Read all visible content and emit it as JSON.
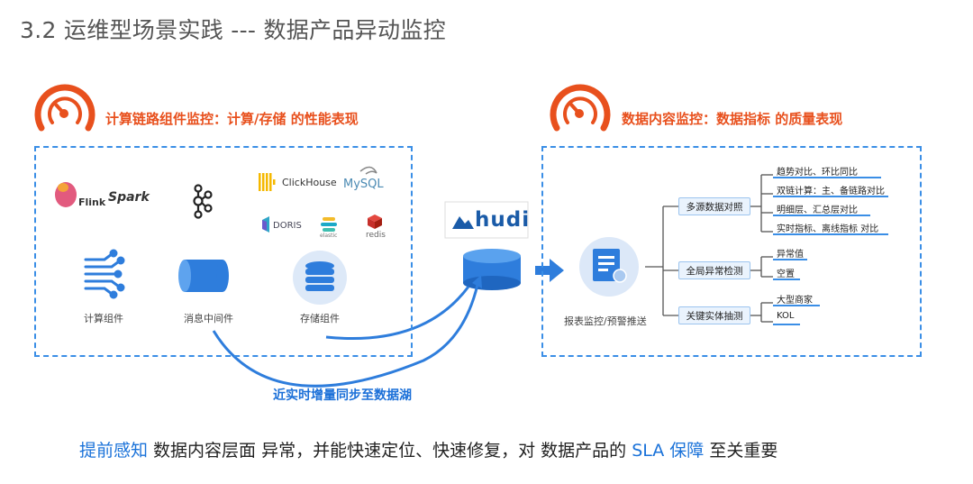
{
  "page_title": "3.2 运维型场景实践 --- 数据产品异动监控",
  "left_section": {
    "heading": "计算链路组件监控：计算/存储 的性能表现",
    "logos": {
      "flink": "Flink",
      "spark": "Spark",
      "clickhouse": "ClickHouse",
      "mysql": "MySQL",
      "doris": "DORIS",
      "elastic": "elastic",
      "redis": "redis"
    },
    "components": {
      "compute": "计算组件",
      "mq": "消息中间件",
      "storage": "存储组件"
    }
  },
  "middle": {
    "hudi_logo": "hudi",
    "flow_label": "近实时增量同步至数据湖"
  },
  "right_section": {
    "heading": "数据内容监控：数据指标 的质量表现",
    "report_label": "报表监控/预警推送",
    "tree": [
      {
        "label": "多源数据对照",
        "children": [
          "趋势对比、环比同比",
          "双链计算：主、备链路对比",
          "明细层、汇总层对比",
          "实时指标、离线指标 对比"
        ]
      },
      {
        "label": "全局异常检测",
        "children": [
          "异常值",
          "空置"
        ]
      },
      {
        "label": "关键实体抽测",
        "children": [
          "大型商家",
          "KOL"
        ]
      }
    ]
  },
  "footer": {
    "part1": "提前感知",
    "part2": " 数据内容层面 异常，并能快速定位、快速修复，对 数据产品的 ",
    "part3": "SLA 保障",
    "part4": " 至关重要"
  },
  "colors": {
    "orange": "#e8501d",
    "blue": "#3a8ee6",
    "dark_blue": "#1a72d9"
  }
}
